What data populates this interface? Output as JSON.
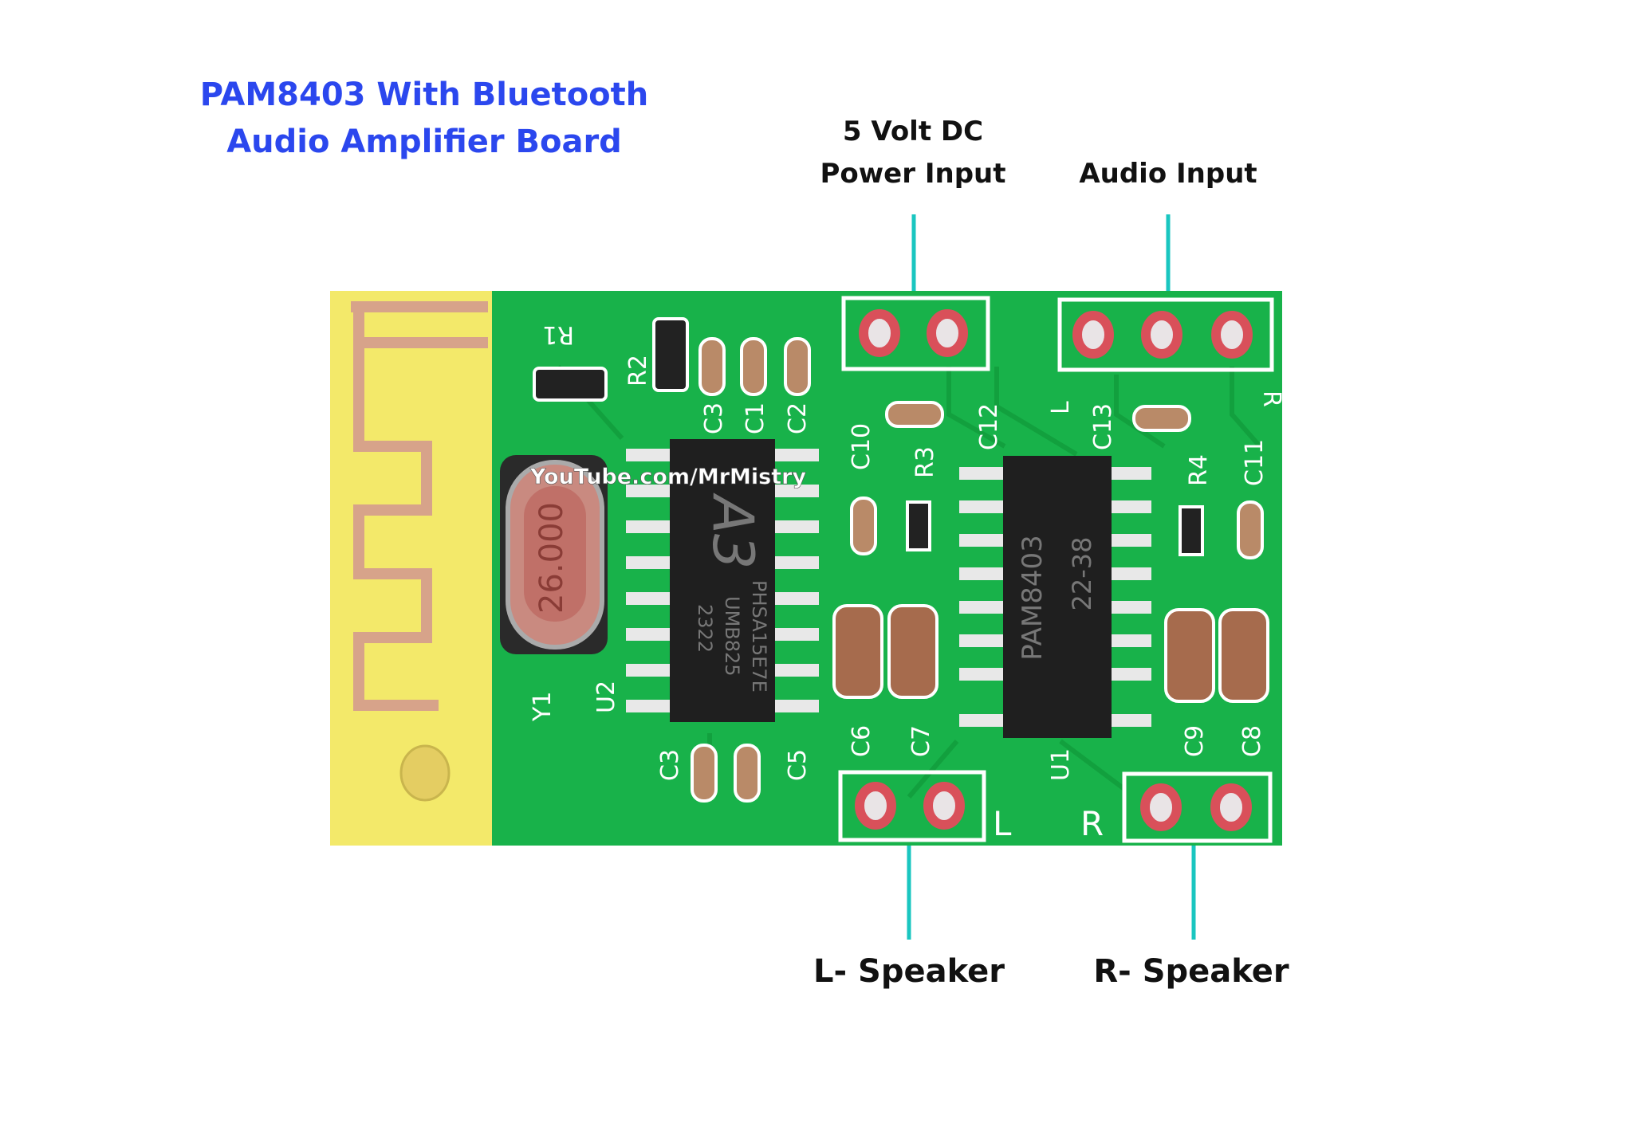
{
  "title": {
    "line1": "PAM8403 With Bluetooth",
    "line2": "Audio Amplifier Board"
  },
  "callouts": {
    "power_line1": "5 Volt DC",
    "power_line2": "Power Input",
    "audio_input": "Audio Input",
    "left_speaker": "L- Speaker",
    "right_speaker": "R- Speaker"
  },
  "watermark": "YouTube.com/MrMistry",
  "board": {
    "crystal": "26.000",
    "u2_logo": "A3",
    "u2_marking": [
      "PHSA15E7E",
      "UMB825",
      "2322"
    ],
    "u1_marking": [
      "PAM8403",
      "22-38"
    ],
    "silkscreen": {
      "R1": "R1",
      "R2": "R2",
      "R3": "R3",
      "R4": "R4",
      "C1": "C1",
      "C2": "C2",
      "C3": "C3",
      "C3b": "C3",
      "C5": "C5",
      "C6": "C6",
      "C7": "C7",
      "C8": "C8",
      "C9": "C9",
      "C10": "C10",
      "C11": "C11",
      "C12": "C12",
      "C13": "C13",
      "Y1": "Y1",
      "U1": "U1",
      "U2": "U2",
      "L": "L",
      "R": "R",
      "Lin": "L",
      "Rin": "R"
    }
  },
  "colors": {
    "title": "#2b47ee",
    "pcb": "#18b24a",
    "antenna": "#f3e96a",
    "leader": "#19c6c0"
  }
}
